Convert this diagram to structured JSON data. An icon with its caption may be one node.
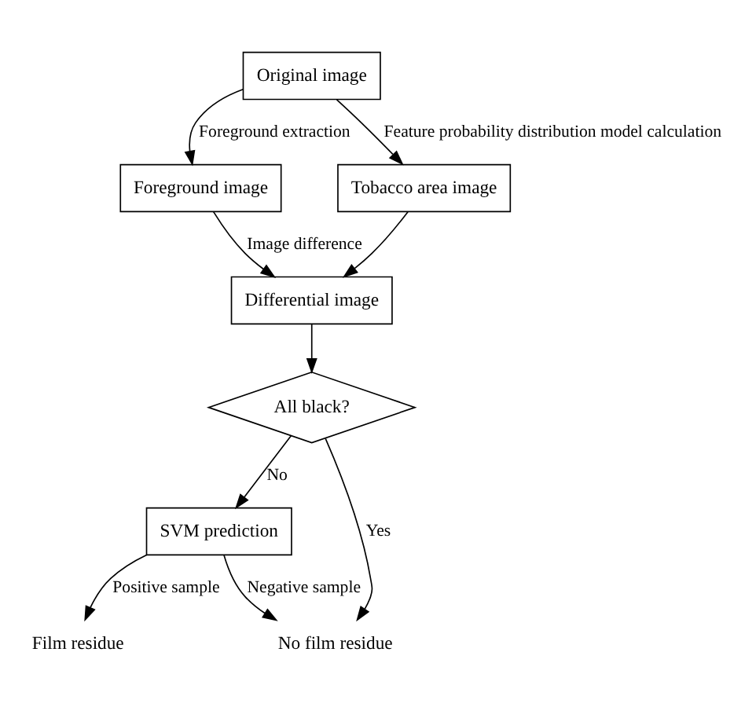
{
  "diagram": {
    "nodes": [
      {
        "text": [
          "Original image"
        ]
      },
      {
        "text": [
          "Foreground image"
        ]
      },
      {
        "text": [
          "Tobacco area image"
        ]
      },
      {
        "text": [
          "Differential image"
        ]
      },
      {
        "text": [
          "All black?"
        ]
      },
      {
        "text": [
          "SVM prediction"
        ]
      },
      {
        "text": [
          "Film residue"
        ]
      },
      {
        "text": [
          "No film residue"
        ]
      }
    ],
    "edges": [
      {
        "from": 0,
        "to": 1,
        "arrow": "to",
        "label": "Foreground extraction"
      },
      {
        "from": 0,
        "to": 2,
        "arrow": "to",
        "label": "Feature probability distribution model calculation"
      },
      {
        "from": 1,
        "to": 3,
        "arrow": "to",
        "label": "Image difference"
      },
      {
        "from": 2,
        "to": 3,
        "arrow": "to"
      },
      {
        "from": 3,
        "to": 4,
        "arrow": "to"
      },
      {
        "from": 4,
        "to": 5,
        "arrow": "to",
        "label": "No"
      },
      {
        "from": 4,
        "to": 7,
        "arrow": "to",
        "label": "Yes"
      },
      {
        "from": 5,
        "to": 6,
        "arrow": "to",
        "label": "Positive sample"
      },
      {
        "from": 5,
        "to": 7,
        "arrow": "to",
        "label": "Negative sample"
      }
    ]
  }
}
